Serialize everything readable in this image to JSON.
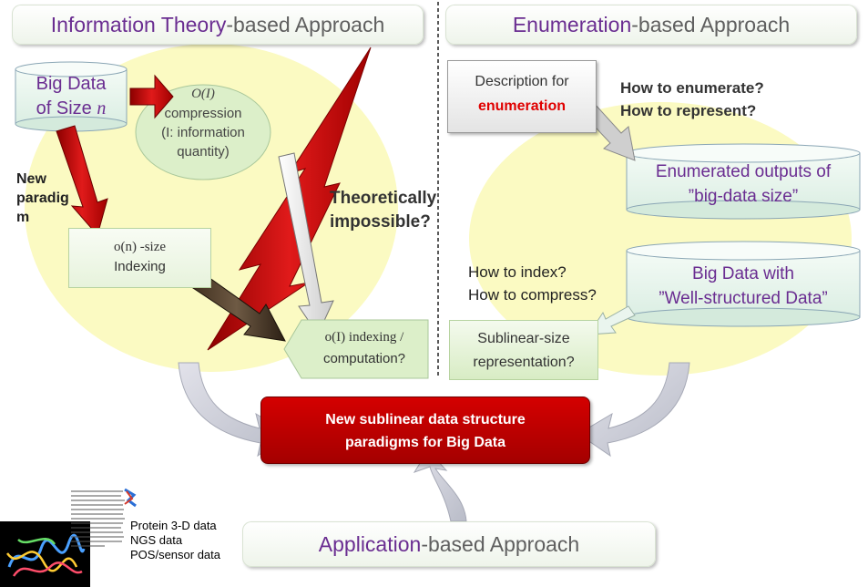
{
  "headers": {
    "info_theory": {
      "main": "Information Theory",
      "rest": "-based Approach"
    },
    "enumeration": {
      "main": "Enumeration",
      "rest": "-based Approach"
    },
    "application": {
      "main": "Application",
      "rest": "-based Approach"
    }
  },
  "left": {
    "big_data": {
      "line1": "Big Data",
      "line2_prefix": "of Size ",
      "line2_var": "n"
    },
    "compression": {
      "line1": "O(I)",
      "line2": "compression",
      "line3": "(I: information",
      "line4": "quantity)"
    },
    "new_paradigm": {
      "line1": "New",
      "line2": "paradig",
      "line3": "m"
    },
    "indexing": {
      "line1": "o(n) -size",
      "line2": "Indexing"
    },
    "impossible": {
      "line1": "Theoretically",
      "line2": "impossible?"
    },
    "oi_box": {
      "line1": "o(I) indexing /",
      "line2": "computation?"
    }
  },
  "right": {
    "description": {
      "line1": "Description for",
      "line2": "enumeration"
    },
    "enum_questions": {
      "line1": "How to enumerate?",
      "line2": "How to represent?"
    },
    "enum_outputs": {
      "line1": "Enumerated outputs of",
      "line2": "”big-data size”"
    },
    "well_structured": {
      "line1": "Big Data with",
      "line2": "”Well-structured Data”"
    },
    "index_questions": {
      "line1": "How to index?",
      "line2": "How to compress?"
    },
    "sublinear": {
      "line1": "Sublinear-size",
      "line2": "representation?"
    }
  },
  "center": {
    "line1": "New sublinear data structure",
    "line2": "paradigms for Big Data"
  },
  "application": {
    "items": [
      "Protein 3-D data",
      "NGS data",
      "POS/sensor data"
    ]
  },
  "colors": {
    "purple": "#6a2d91",
    "red_box": "#c00000",
    "yellow": "#fbfac2",
    "green": "#dcefc9"
  }
}
